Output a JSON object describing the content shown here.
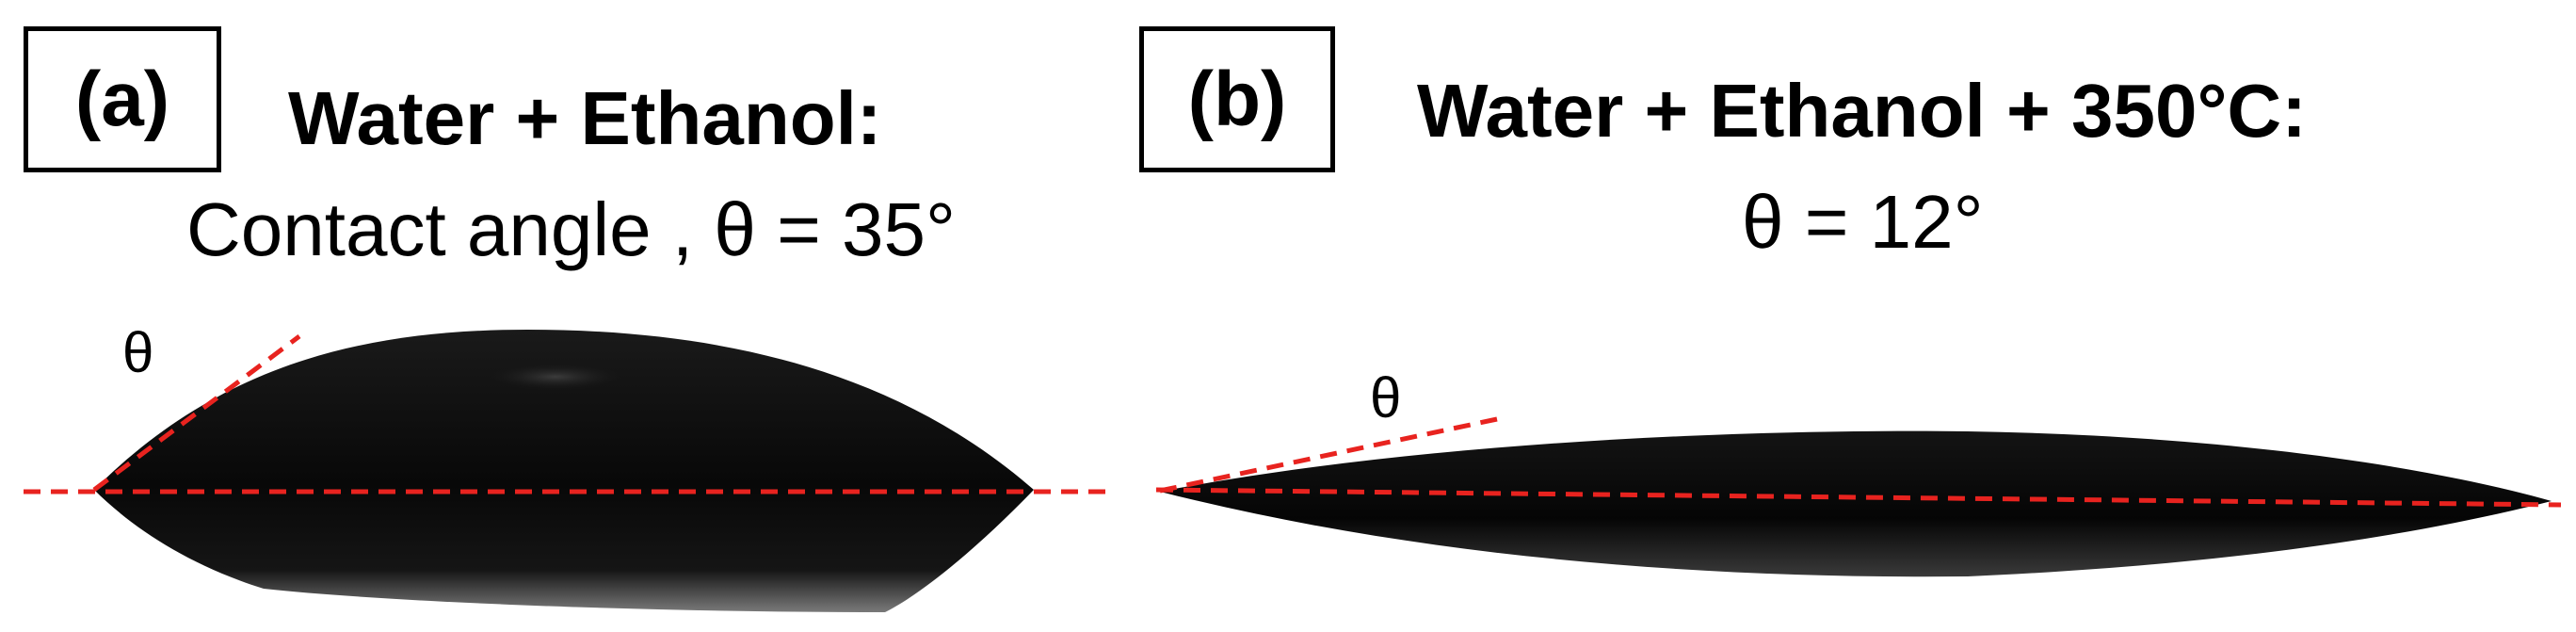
{
  "panel_a": {
    "label": "(a)",
    "title": "Water + Ethanol:",
    "subtitle": "Contact angle , θ = 35°",
    "angle_symbol": "θ",
    "contact_angle_deg": 35
  },
  "panel_b": {
    "label": "(b)",
    "title": "Water + Ethanol + 350°C:",
    "subtitle": "θ = 12°",
    "angle_symbol": "θ",
    "contact_angle_deg": 12
  },
  "colors": {
    "droplet": "#0b0b0b",
    "guide_line": "#e8231f",
    "background": "#ffffff"
  }
}
